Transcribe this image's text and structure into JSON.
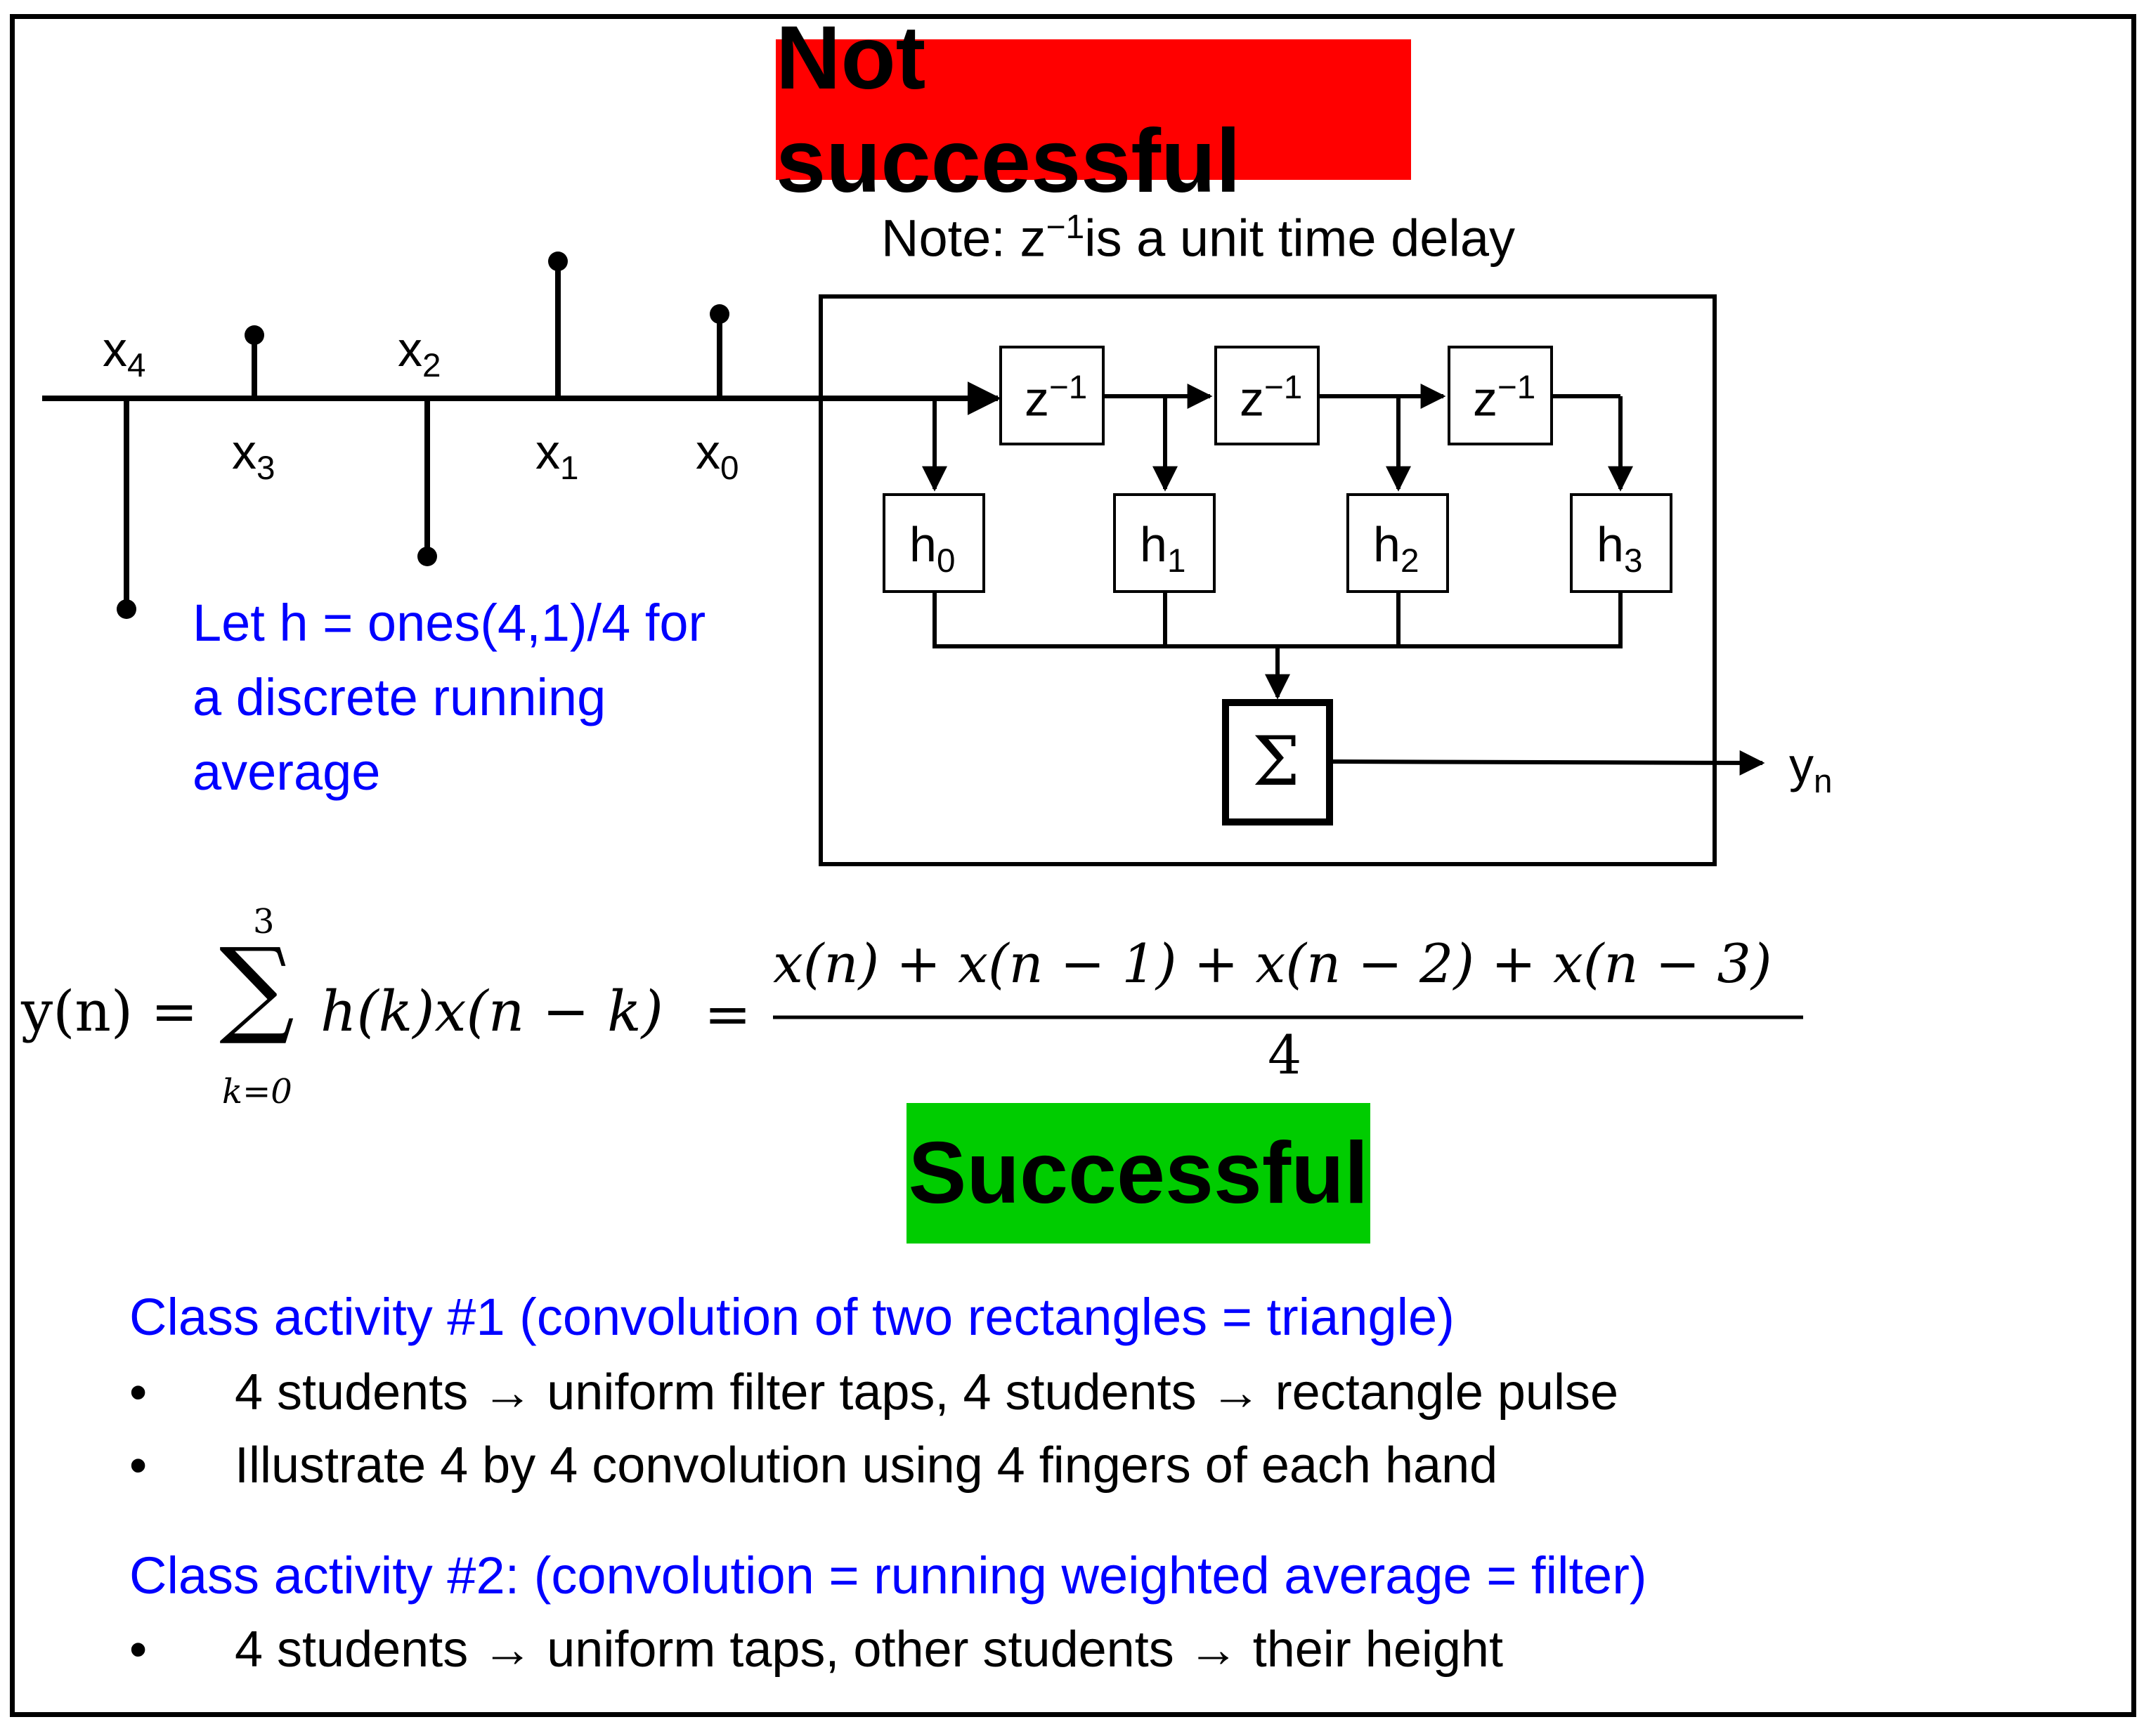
{
  "banners": {
    "not_successful": "Not successful",
    "successful": "Successful"
  },
  "note": {
    "prefix": "Note: z",
    "exponent": "−1",
    "suffix": "is a unit time delay"
  },
  "signal": {
    "samples": [
      {
        "name": "x",
        "index": "4",
        "value": -1.0
      },
      {
        "name": "x",
        "index": "3",
        "value": 0.3
      },
      {
        "name": "x",
        "index": "2",
        "value": -0.75
      },
      {
        "name": "x",
        "index": "1",
        "value": 0.65
      },
      {
        "name": "x",
        "index": "0",
        "value": 0.4
      }
    ]
  },
  "filter_block": {
    "delays": [
      {
        "base": "z",
        "exp": "−1"
      },
      {
        "base": "z",
        "exp": "−1"
      },
      {
        "base": "z",
        "exp": "−1"
      }
    ],
    "taps": [
      {
        "base": "h",
        "index": "0"
      },
      {
        "base": "h",
        "index": "1"
      },
      {
        "base": "h",
        "index": "2"
      },
      {
        "base": "h",
        "index": "3"
      }
    ],
    "sum_symbol": "Σ",
    "output": {
      "base": "y",
      "index": "n"
    }
  },
  "let_text": [
    "Let h = ones(4,1)/4 for",
    "a discrete running",
    "average"
  ],
  "equation": {
    "lhs": "y(n) =",
    "sum_upper": "3",
    "sum_lower": "k=0",
    "sigma": "∑",
    "term": "h(k)x(n − k)",
    "equals": "=",
    "numerator": "x(n) + x(n − 1) + x(n − 2) + x(n − 3)",
    "denominator": "4"
  },
  "activities": [
    {
      "title": "Class activity #1 (convolution of two rectangles = triangle)",
      "bullets": [
        "4 students → uniform filter taps, 4 students → rectangle pulse",
        "Illustrate 4 by 4 convolution using 4 fingers of each hand"
      ]
    },
    {
      "title": "Class activity #2: (convolution = running weighted average = filter)",
      "bullets": [
        "4 students → uniform taps, other students → their height"
      ]
    }
  ],
  "bullet_symbol": "•",
  "colors": {
    "red_banner": "#ff0000",
    "green_banner": "#00cc00",
    "blue_text": "#0000ff"
  }
}
